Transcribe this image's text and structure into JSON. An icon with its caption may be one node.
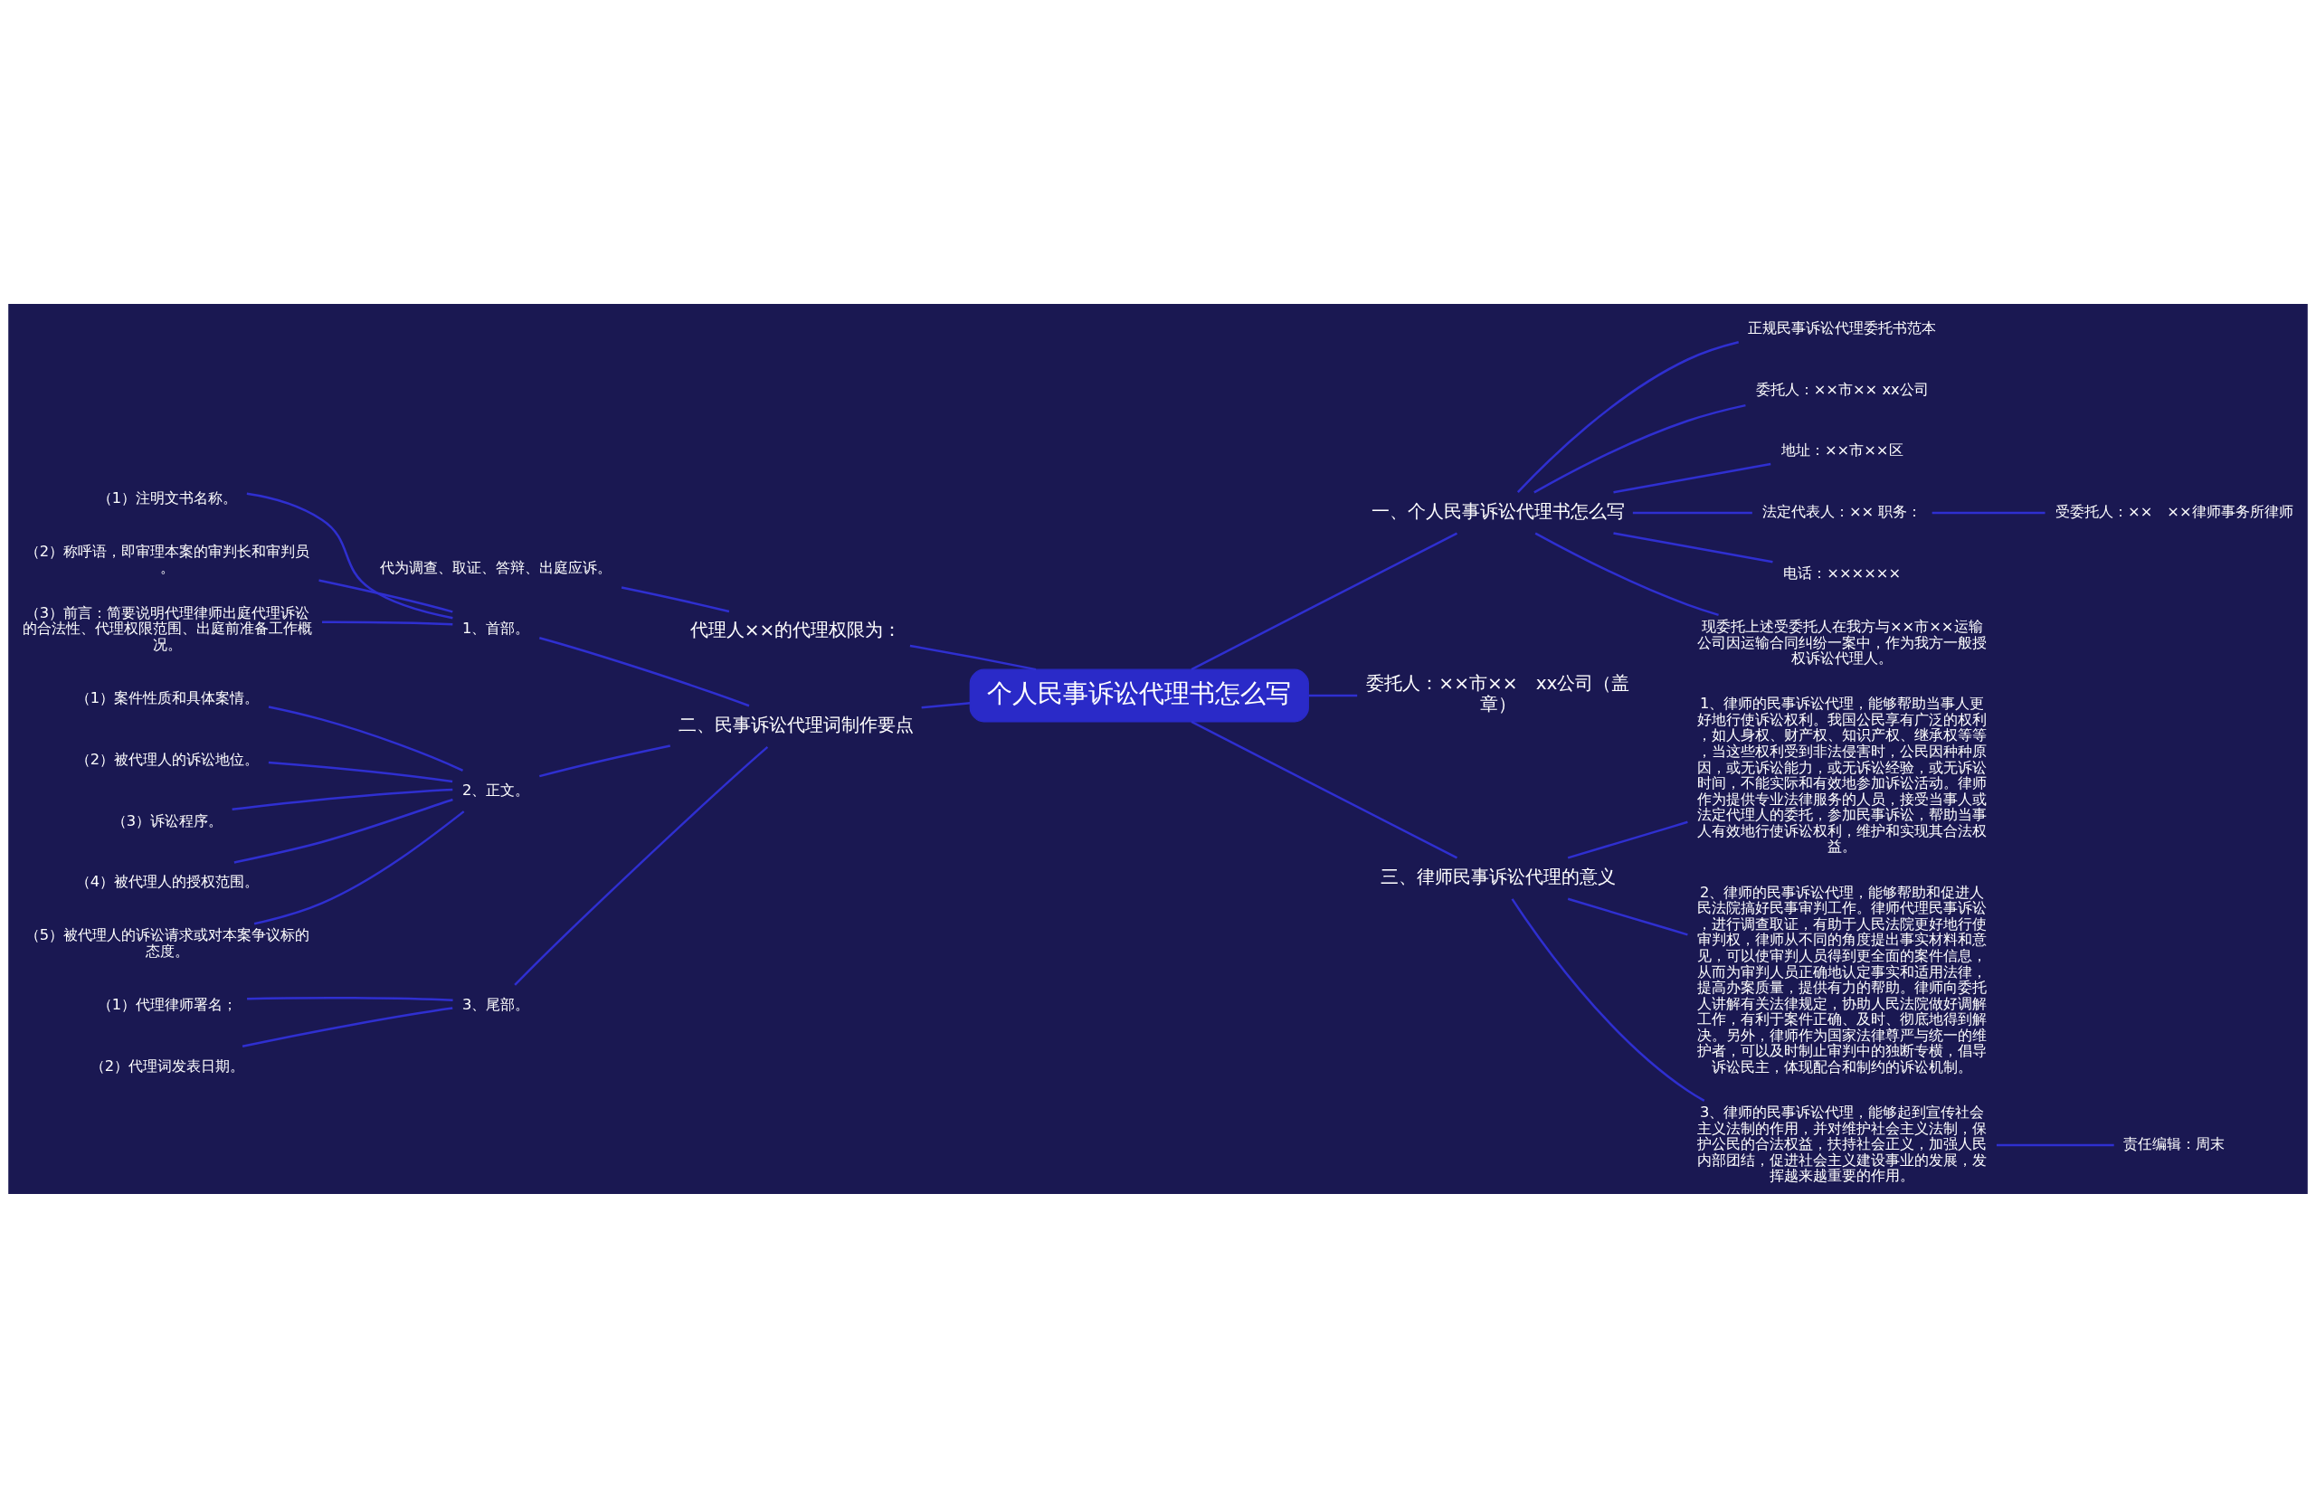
{
  "diagram": {
    "nodes": [
      {
        "text": [
          "个人民事诉讼代理书怎么写"
        ]
      },
      {
        "text": [
          "一、个人民事诉讼代理书怎么写"
        ]
      },
      {
        "text": [
          "正规民事诉讼代理委托书范本"
        ]
      },
      {
        "text": [
          "委托人：××市×× xx公司"
        ]
      },
      {
        "text": [
          "地址：××市××区"
        ]
      },
      {
        "text": [
          "法定代表人：×× 职务："
        ]
      },
      {
        "text": [
          "受委托人：××　××律师事务所律师"
        ]
      },
      {
        "text": [
          "电话：××××××"
        ]
      },
      {
        "text": [
          "现委托上述受委托人在我方与××市××运输公司因运输合同纠纷一案中，作为我方一般授权诉讼代理人。"
        ]
      },
      {
        "text": [
          "委托人：××市××　xx公司（盖章）"
        ]
      },
      {
        "text": [
          "三、律师民事诉讼代理的意义"
        ]
      },
      {
        "text": [
          "1、律师的民事诉讼代理，能够帮助当事人更好地行使诉讼权利。我国公民享有广泛的权利，如人身权、财产权、知识产权、继承权等等，当这些权利受到非法侵害时，公民因种种原因，或无诉讼能力，或无诉讼经验，或无诉讼时间，不能实际和有效地参加诉讼活动。律师作为提供专业法律服务的人员，接受当事人或法定代理人的委托，参加民事诉讼，帮助当事人有效地行使诉讼权利，维护和实现其合法权益。"
        ]
      },
      {
        "text": [
          "2、律师的民事诉讼代理，能够帮助和促进人民法院搞好民事审判工作。律师代理民事诉讼，进行调查取证，有助于人民法院更好地行使审判权，律师从不同的角度提出事实材料和意见，可以使审判人员得到更全面的案件信息，从而为审判人员正确地认定事实和适用法律，提高办案质量，提供有力的帮助。律师向委托人讲解有关法律规定，协助人民法院做好调解工作，有利于案件正确、及时、彻底地得到解决。另外，律师作为国家法律尊严与统一的维护者，可以及时制止审判中的独断专横，倡导诉讼民主，体现配合和制约的诉讼机制。"
        ]
      },
      {
        "text": [
          "3、律师的民事诉讼代理，能够起到宣传社会主义法制的作用，并对维护社会主义法制，保护公民的合法权益，扶持社会正义，加强人民内部团结，促进社会主义建设事业的发展，发挥越来越重要的作用。"
        ]
      },
      {
        "text": [
          "责任编辑：周末"
        ]
      },
      {
        "text": [
          "代理人××的代理权限为："
        ]
      },
      {
        "text": [
          "代为调查、取证、答辩、出庭应诉。"
        ]
      },
      {
        "text": [
          "二、民事诉讼代理词制作要点"
        ]
      },
      {
        "text": [
          "1、首部。"
        ]
      },
      {
        "text": [
          "（1）注明文书名称。"
        ]
      },
      {
        "text": [
          "（2）称呼语，即审理本案的审判长和审判员。"
        ]
      },
      {
        "text": [
          "（3）前言：简要说明代理律师出庭代理诉讼的合法性、代理权限范围、出庭前准备工作概况。"
        ]
      },
      {
        "text": [
          "2、正文。"
        ]
      },
      {
        "text": [
          "（1）案件性质和具体案情。"
        ]
      },
      {
        "text": [
          "（2）被代理人的诉讼地位。"
        ]
      },
      {
        "text": [
          "（3）诉讼程序。"
        ]
      },
      {
        "text": [
          "（4）被代理人的授权范围。"
        ]
      },
      {
        "text": [
          "（5）被代理人的诉讼请求或对本案争议标的态度。"
        ]
      },
      {
        "text": [
          "3、尾部。"
        ]
      },
      {
        "text": [
          "（1）代理律师署名；"
        ]
      },
      {
        "text": [
          "（2）代理词发表日期。"
        ]
      }
    ],
    "edges": [
      {
        "from": 0,
        "to": 1,
        "arrow": "none"
      },
      {
        "from": 1,
        "to": 2,
        "arrow": "none"
      },
      {
        "from": 1,
        "to": 3,
        "arrow": "none"
      },
      {
        "from": 1,
        "to": 4,
        "arrow": "none"
      },
      {
        "from": 1,
        "to": 5,
        "arrow": "none"
      },
      {
        "from": 5,
        "to": 6,
        "arrow": "none"
      },
      {
        "from": 1,
        "to": 7,
        "arrow": "none"
      },
      {
        "from": 1,
        "to": 8,
        "arrow": "none"
      },
      {
        "from": 0,
        "to": 9,
        "arrow": "none"
      },
      {
        "from": 0,
        "to": 10,
        "arrow": "none"
      },
      {
        "from": 10,
        "to": 11,
        "arrow": "none"
      },
      {
        "from": 10,
        "to": 12,
        "arrow": "none"
      },
      {
        "from": 10,
        "to": 13,
        "arrow": "none"
      },
      {
        "from": 13,
        "to": 14,
        "arrow": "none"
      },
      {
        "from": 0,
        "to": 15,
        "arrow": "none"
      },
      {
        "from": 15,
        "to": 16,
        "arrow": "none"
      },
      {
        "from": 0,
        "to": 17,
        "arrow": "none"
      },
      {
        "from": 17,
        "to": 18,
        "arrow": "none"
      },
      {
        "from": 18,
        "to": 19,
        "arrow": "none"
      },
      {
        "from": 18,
        "to": 20,
        "arrow": "none"
      },
      {
        "from": 18,
        "to": 21,
        "arrow": "none"
      },
      {
        "from": 17,
        "to": 22,
        "arrow": "none"
      },
      {
        "from": 22,
        "to": 23,
        "arrow": "none"
      },
      {
        "from": 22,
        "to": 24,
        "arrow": "none"
      },
      {
        "from": 22,
        "to": 25,
        "arrow": "none"
      },
      {
        "from": 22,
        "to": 26,
        "arrow": "none"
      },
      {
        "from": 22,
        "to": 27,
        "arrow": "none"
      },
      {
        "from": 17,
        "to": 28,
        "arrow": "none"
      },
      {
        "from": 28,
        "to": 29,
        "arrow": "none"
      },
      {
        "from": 28,
        "to": 30,
        "arrow": "none"
      }
    ]
  }
}
